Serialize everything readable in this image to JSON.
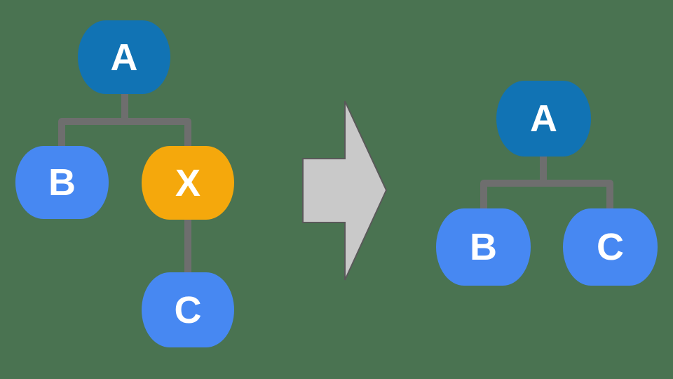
{
  "colors": {
    "background": "#4A7351",
    "root_node_fill": "#1173B4",
    "child_node_fill": "#4788F2",
    "highlight_node_fill": "#F5A80C",
    "connector": "#6E6E6E",
    "arrow_fill": "#C9C9C9",
    "arrow_outline": "#595959",
    "node_text": "#FFFFFF"
  },
  "before_tree": {
    "nodes": [
      {
        "id": "A",
        "label": "A",
        "variant": "root"
      },
      {
        "id": "B",
        "label": "B",
        "variant": "child"
      },
      {
        "id": "X",
        "label": "X",
        "variant": "highlight"
      },
      {
        "id": "C",
        "label": "C",
        "variant": "child"
      }
    ],
    "edges": [
      {
        "from": "A",
        "to": "B"
      },
      {
        "from": "A",
        "to": "X"
      },
      {
        "from": "X",
        "to": "C"
      }
    ]
  },
  "arrow": {
    "icon": "right-block-arrow"
  },
  "after_tree": {
    "nodes": [
      {
        "id": "A",
        "label": "A",
        "variant": "root"
      },
      {
        "id": "B",
        "label": "B",
        "variant": "child"
      },
      {
        "id": "C",
        "label": "C",
        "variant": "child"
      }
    ],
    "edges": [
      {
        "from": "A",
        "to": "B"
      },
      {
        "from": "A",
        "to": "C"
      }
    ]
  }
}
